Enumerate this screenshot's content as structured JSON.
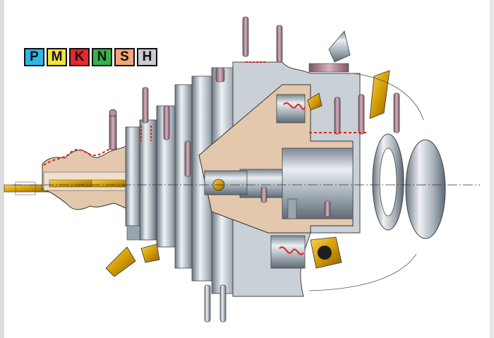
{
  "iso_groups": [
    {
      "label": "P",
      "color": "#2bb6e8"
    },
    {
      "label": "M",
      "color": "#f4e33a"
    },
    {
      "label": "K",
      "color": "#e8262c"
    },
    {
      "label": "N",
      "color": "#35b34a"
    },
    {
      "label": "S",
      "color": "#f2a57a"
    },
    {
      "label": "H",
      "color": "#c6ccd0"
    }
  ],
  "colors": {
    "steel": "#b9c2cc",
    "steel_dark": "#6f7b86",
    "workpiece": "#e3c8ad",
    "insert_gold": "#d9a300",
    "tool_pink": "#b88f9c",
    "chip_red": "#e2231a"
  }
}
